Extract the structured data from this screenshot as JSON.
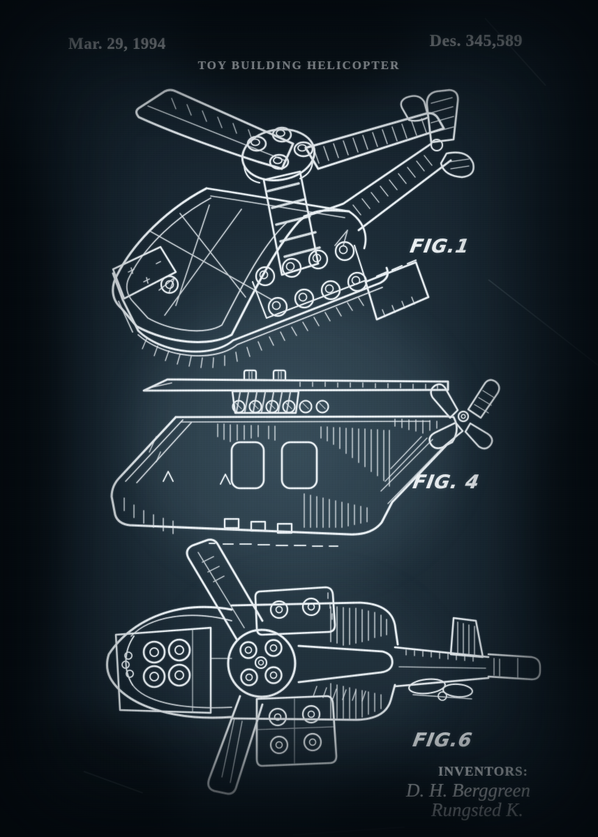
{
  "poster": {
    "header": {
      "date": "Mar. 29, 1994",
      "patent_number": "Des. 345,589",
      "title": "TOY BUILDING HELICOPTER"
    },
    "figures": [
      {
        "label": "FIG.1"
      },
      {
        "label": "FIG. 4"
      },
      {
        "label": "FIG.6"
      }
    ],
    "footer": {
      "inventors_heading": "INVENTORS:",
      "inventor_line1": "D. H. Berggreen",
      "inventor_line2": "Rungsted K."
    },
    "colors": {
      "background": "#14212b",
      "line_art": "#e8eef2",
      "text": "#edf2f5"
    }
  }
}
